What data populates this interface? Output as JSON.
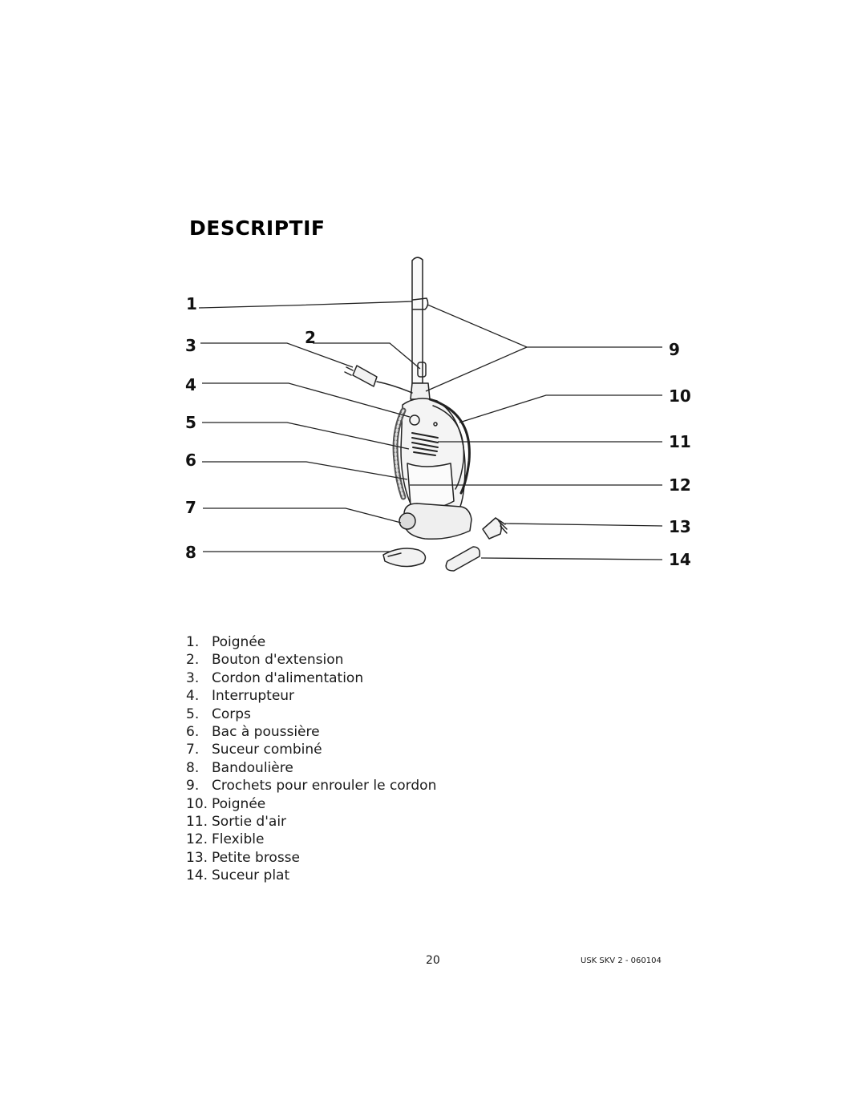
{
  "title": "DESCRIPTIF",
  "diagram": {
    "callouts": [
      "1",
      "2",
      "3",
      "4",
      "5",
      "6",
      "7",
      "8",
      "9",
      "10",
      "11",
      "12",
      "13",
      "14"
    ]
  },
  "parts": [
    {
      "num": "1.",
      "label": "Poignée"
    },
    {
      "num": "2.",
      "label": "Bouton d'extension"
    },
    {
      "num": "3.",
      "label": "Cordon d'alimentation"
    },
    {
      "num": "4.",
      "label": "Interrupteur"
    },
    {
      "num": "5.",
      "label": "Corps"
    },
    {
      "num": "6.",
      "label": "Bac à poussière"
    },
    {
      "num": "7.",
      "label": "Suceur combiné"
    },
    {
      "num": "8.",
      "label": "Bandoulière"
    },
    {
      "num": "9.",
      "label": "Crochets pour enrouler le cordon"
    },
    {
      "num": "10.",
      "label": "Poignée"
    },
    {
      "num": "11.",
      "label": "Sortie d'air"
    },
    {
      "num": "12.",
      "label": "Flexible"
    },
    {
      "num": "13.",
      "label": "Petite brosse"
    },
    {
      "num": "14.",
      "label": "Suceur plat"
    }
  ],
  "footer": {
    "page_number": "20",
    "doc_code": "USK SKV 2 - 060104"
  }
}
